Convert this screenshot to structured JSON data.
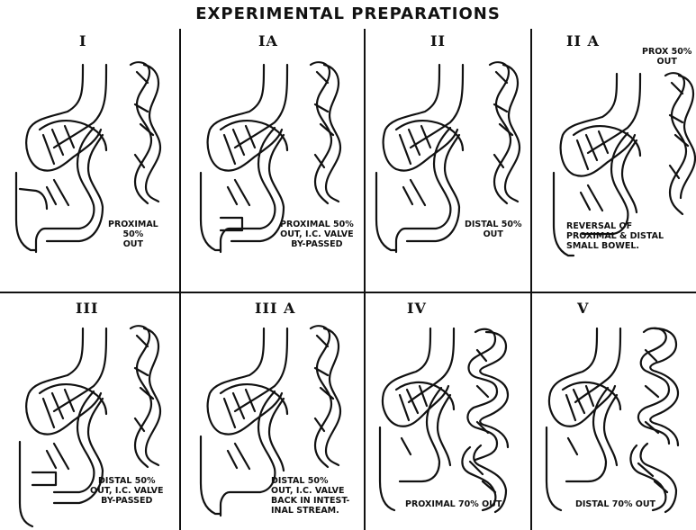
{
  "title": "EXPERIMENTAL PREPARATIONS",
  "panels": [
    {
      "id": "I",
      "caption": "PROXIMAL\n50%\nOUT",
      "type": "standard"
    },
    {
      "id": "IA",
      "caption": "PROXIMAL 50%\nOUT, I.C. VALVE\nBY-PASSED",
      "type": "standard"
    },
    {
      "id": "II",
      "caption": "DISTAL 50%\nOUT",
      "type": "standard"
    },
    {
      "id": "II A",
      "caption": "REVERSAL OF\nPROXIMAL & DISTAL\nSMALL BOWEL.",
      "caption_top": "PROX 50%\nOUT",
      "type": "standard"
    },
    {
      "id": "III",
      "caption": "DISTAL 50%\nOUT, I.C. VALVE\nBY-PASSED",
      "type": "standard"
    },
    {
      "id": "III A",
      "caption": "DISTAL 50%\nOUT, I.C. VALVE\nBACK IN INTEST-\nINAL STREAM.",
      "type": "standard"
    },
    {
      "id": "IV",
      "caption": "PROXIMAL 70% OUT",
      "type": "wavy"
    },
    {
      "id": "V",
      "caption": "DISTAL 70% OUT",
      "type": "wavy"
    }
  ]
}
